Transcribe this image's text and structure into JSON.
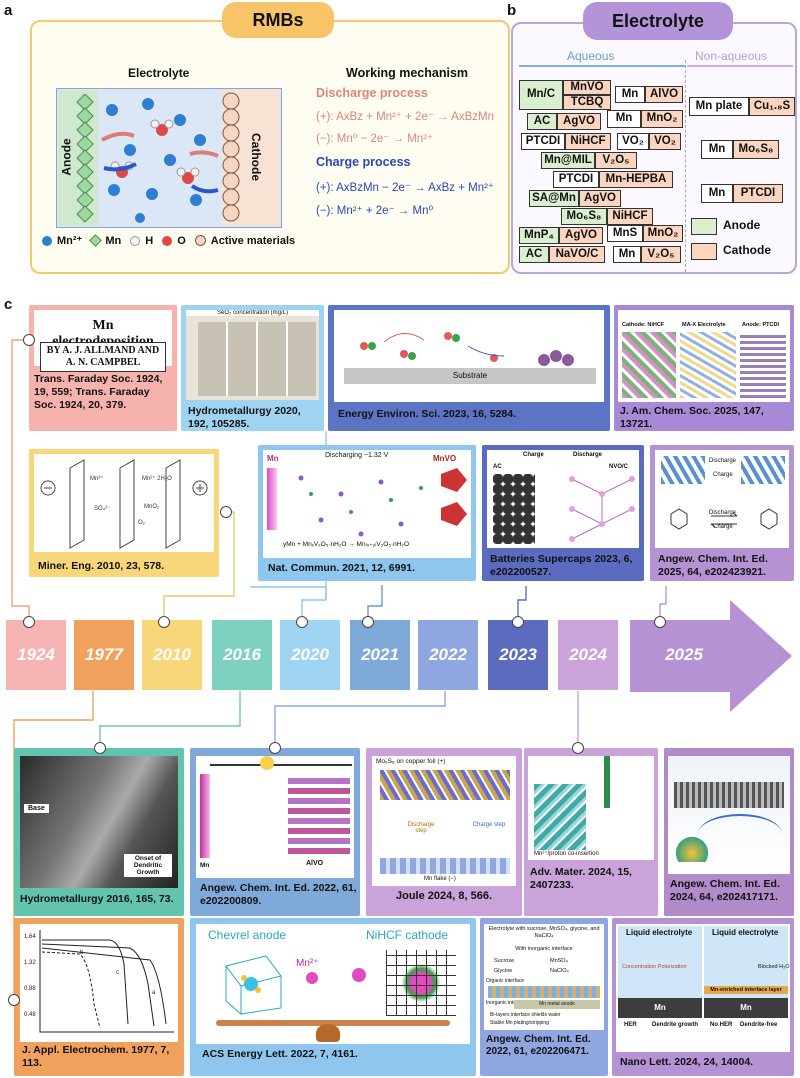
{
  "panel_a": {
    "letter": "a",
    "title": "RMBs",
    "electrolyte_label": "Electrolyte",
    "anode_label": "Anode",
    "cathode_label": "Cathode",
    "mechanism_title": "Working mechanism",
    "discharge_title": "Discharge process",
    "discharge_pos": "(+): AxBz + Mn²⁺ + 2e⁻ → AxBzMn",
    "discharge_neg": "(−): Mn⁰ − 2e⁻ → Mn²⁺",
    "charge_title": "Charge process",
    "charge_pos": "(+): AxBzMn − 2e⁻ → AxBz + Mn²⁺",
    "charge_neg": "(−): Mn²⁺ + 2e⁻ → Mn⁰",
    "legend": {
      "mn2": "Mn²⁺",
      "mn": "Mn",
      "h": "H",
      "o": "O",
      "active": "Active materials"
    }
  },
  "panel_b": {
    "letter": "b",
    "title": "Electrolyte",
    "aqueous": "Aqueous",
    "non_aqueous": "Non-aqueous",
    "rows": {
      "mnc": "Mn/C",
      "mnvo": "MnVO",
      "tcbq": "TCBQ",
      "mn1": "Mn",
      "alvo": "AlVO",
      "ac1": "AC",
      "agvo1": "AgVO",
      "mn2": "Mn",
      "mno2a": "MnO₂",
      "ptcdi1": "PTCDI",
      "nihcf1": "NiHCF",
      "vo2a": "VO₂",
      "vo2b": "VO₂",
      "mnmil": "Mn@MIL",
      "v2o5a": "V₂O₅",
      "ptcdi2": "PTCDI",
      "mnhepba": "Mn-HEPBA",
      "samn": "SA@Mn",
      "agvo2": "AgVO",
      "mo6s8a": "Mo₆S₈",
      "nihcf2": "NiHCF",
      "mnp4": "MnP₄",
      "agvo3": "AgVO",
      "mns": "MnS",
      "mno2b": "MnO₂",
      "ac2": "AC",
      "navoc": "NaVO/C",
      "mn3": "Mn",
      "v2o5b": "V₂O₅",
      "mnplate": "Mn plate",
      "cu18s": "Cu₁.₈S",
      "mn4": "Mn",
      "mo6s8b": "Mo₆S₈",
      "mn5": "Mn",
      "ptcdi3": "PTCDI"
    },
    "legend": {
      "anode": "Anode",
      "cathode": "Cathode"
    }
  },
  "panel_c": {
    "letter": "c",
    "years": [
      "1924",
      "1977",
      "2010",
      "2016",
      "2020",
      "2021",
      "2022",
      "2023",
      "2024",
      "2025"
    ],
    "year_colors": [
      "#f5b3b3",
      "#f0a15e",
      "#f7d77a",
      "#7fd1bf",
      "#9fd3f2",
      "#7fa9d9",
      "#8fa6e0",
      "#5b6bbf",
      "#c9a3d9",
      "#b592d4"
    ],
    "cards": {
      "c1924": {
        "title": "Mn electrodeposition",
        "authors": "BY A. J. ALLMAND AND A. N. CAMPBEL",
        "cite": "Trans. Faraday Soc. 1924, 19, 559; Trans. Faraday Soc. 1924, 20, 379."
      },
      "c2010": {
        "cite": "Miner. Eng. 2010, 23, 578."
      },
      "c_hydro2020": {
        "cite": "Hydrometallurgy 2020, 192, 105285.",
        "figure_header": "SeO₂ concentration (mg/L)"
      },
      "c2021": {
        "cite": "Nat. Commun. 2021, 12, 6991.",
        "mn": "Mn",
        "mnvo": "MnVO",
        "discharging": "Discharging ~1.32 V"
      },
      "c2023a": {
        "cite": "Energy Environ. Sci. 2023, 16, 5284.",
        "substrate": "Substrate"
      },
      "c2023b": {
        "cite": "Batteries Supercaps 2023, 6, e202200527.",
        "charge": "Charge",
        "discharge": "Discharge",
        "ac": "AC",
        "nvo": "NVO/C"
      },
      "c2025a": {
        "cite": "J. Am. Chem. Soc. 2025, 147, 13721.",
        "cathode": "Cathode: NiHCF",
        "electrolyte": "MA-X Electrolyte",
        "anode": "Anode: PTCDI"
      },
      "c2025b": {
        "cite": "Angew. Chem. Int. Ed. 2025, 64, e202423921.",
        "discharge": "Discharge",
        "charge": "Charge"
      },
      "c2016": {
        "cite": "Hydrometallurgy 2016, 165, 73.",
        "base": "Base",
        "onset": "Onset of Dendritic Growth"
      },
      "c2022a": {
        "cite": "Angew. Chem. Int. Ed. 2022, 61, e202200809.",
        "alvo": "AlVO",
        "mn": "Mn"
      },
      "c2022b": {
        "cite": "Joule 2024, 8, 566.",
        "header": "Mo₆S₈ on copper foil (+)",
        "flake": "Mn flake (−)",
        "discharge_step": "Discharge step",
        "charge_step": "Charge step"
      },
      "c2024a": {
        "cite": "Adv. Mater. 2024, 15, 2407233.",
        "caption": "Mn²⁺/proton co-insertion"
      },
      "c2024b": {
        "cite": "Angew. Chem. Int. Ed. 2024, 64, e202417171."
      },
      "c1977": {
        "cite": "J. Appl. Electrochem. 1977, 7, 113."
      },
      "c_chevrel": {
        "cite": "ACS Energy Lett. 2022, 7, 4161.",
        "anode": "Chevrel anode",
        "cathode": "NiHCF cathode",
        "ion": "Mn²⁺"
      },
      "c_sucrose": {
        "cite": "Angew. Chem. Int. Ed. 2022, 61, e202206471.",
        "line1": "Electrolyte with sucrose, MnSO₄, glycine, and NaClO₄",
        "line2": "With inorganic interface",
        "sucrose": "Sucrose",
        "glycine": "Glycine",
        "mnso4": "MnSO₄",
        "naclo4": "NaClO₄",
        "anode": "Mn metal anode",
        "organic": "Organic interface",
        "inorganic": "Inorganic interface",
        "check1": "Bi-layers interface shields water",
        "check2": "Stable Mn plating/stripping"
      },
      "c_nano": {
        "cite": "Nano Lett. 2024, 24, 14004.",
        "liquid1": "Liquid electrolyte",
        "liquid2": "Liquid electrolyte",
        "conc": "Concentration Polarization",
        "blocked": "Blocked H₂O",
        "layer": "Mn-enriched interface layer",
        "mn_a": "Mn",
        "mn_b": "Mn",
        "her": "HER",
        "dendrite": "Dendrite growth",
        "noher": "No HER",
        "dfree": "Dendrite-free"
      }
    }
  }
}
